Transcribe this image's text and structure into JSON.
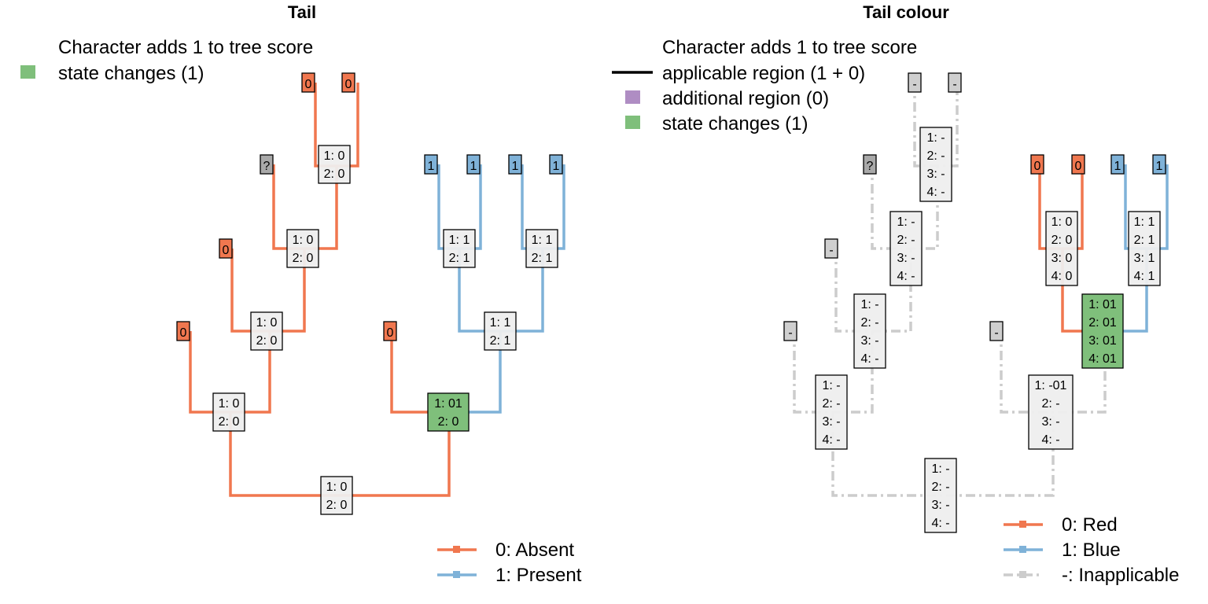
{
  "colors": {
    "absent": "#f0774f",
    "present": "#7fb2d8",
    "inapplicable": "#cccccc",
    "tip_absent": "#f0774f",
    "tip_present": "#7fb2d8",
    "tip_unknown": "#a9a9a9",
    "tip_inapplicable": "#cfcfcf",
    "node_fill": "#eeeeee",
    "state_change": "#7fbf7b",
    "additional_region": "#af8dc3",
    "applicable_line": "#000000"
  },
  "panels": [
    {
      "title": "Tail",
      "score_header": "Character adds 1 to tree score",
      "score_items": [
        {
          "label": "state changes (1)",
          "icon": "square",
          "color": "#7fbf7b"
        }
      ],
      "tips": [
        {
          "label": "0",
          "state": "absent"
        },
        {
          "label": "0",
          "state": "absent"
        },
        {
          "label": "?",
          "state": "unknown"
        },
        {
          "label": "0",
          "state": "absent"
        },
        {
          "label": "0",
          "state": "absent"
        },
        {
          "label": "0",
          "state": "absent"
        },
        {
          "label": "1",
          "state": "present"
        },
        {
          "label": "1",
          "state": "present"
        },
        {
          "label": "1",
          "state": "present"
        },
        {
          "label": "1",
          "state": "present"
        }
      ],
      "nodes": [
        {
          "lines": [
            "1: 0",
            "2: 0"
          ],
          "highlight": false
        },
        {
          "lines": [
            "1: 0",
            "2: 0"
          ],
          "highlight": false
        },
        {
          "lines": [
            "1: 0",
            "2: 0"
          ],
          "highlight": false
        },
        {
          "lines": [
            "1: 0",
            "2: 0"
          ],
          "highlight": false
        },
        {
          "lines": [
            "1: 1",
            "2: 1"
          ],
          "highlight": false
        },
        {
          "lines": [
            "1: 1",
            "2: 1"
          ],
          "highlight": false
        },
        {
          "lines": [
            "1: 1",
            "2: 1"
          ],
          "highlight": false
        },
        {
          "lines": [
            "1: 01",
            "2: 0"
          ],
          "highlight": true
        },
        {
          "lines": [
            "1: 0",
            "2: 0"
          ],
          "highlight": false
        }
      ],
      "legend": [
        {
          "label": "0: Absent",
          "state": "absent"
        },
        {
          "label": "1: Present",
          "state": "present"
        }
      ]
    },
    {
      "title": "Tail colour",
      "score_header": "Character adds 1 to tree score",
      "score_items": [
        {
          "label": "applicable region (1 + 0)",
          "icon": "line",
          "color": "#000000"
        },
        {
          "label": "additional region (0)",
          "icon": "square",
          "color": "#af8dc3"
        },
        {
          "label": "state changes (1)",
          "icon": "square",
          "color": "#7fbf7b"
        }
      ],
      "tips": [
        {
          "label": "-",
          "state": "inapplicable"
        },
        {
          "label": "-",
          "state": "inapplicable"
        },
        {
          "label": "?",
          "state": "unknown"
        },
        {
          "label": "-",
          "state": "inapplicable"
        },
        {
          "label": "-",
          "state": "inapplicable"
        },
        {
          "label": "-",
          "state": "inapplicable"
        },
        {
          "label": "0",
          "state": "absent"
        },
        {
          "label": "0",
          "state": "absent"
        },
        {
          "label": "1",
          "state": "present"
        },
        {
          "label": "1",
          "state": "present"
        }
      ],
      "nodes": [
        {
          "lines": [
            "1: -",
            "2: -",
            "3: -",
            "4: -"
          ],
          "highlight": false
        },
        {
          "lines": [
            "1: -",
            "2: -",
            "3: -",
            "4: -"
          ],
          "highlight": false
        },
        {
          "lines": [
            "1: -",
            "2: -",
            "3: -",
            "4: -"
          ],
          "highlight": false
        },
        {
          "lines": [
            "1: -",
            "2: -",
            "3: -",
            "4: -"
          ],
          "highlight": false
        },
        {
          "lines": [
            "1: 0",
            "2: 0",
            "3: 0",
            "4: 0"
          ],
          "highlight": false
        },
        {
          "lines": [
            "1: 1",
            "2: 1",
            "3: 1",
            "4: 1"
          ],
          "highlight": false
        },
        {
          "lines": [
            "1: 01",
            "2: 01",
            "3: 01",
            "4: 01"
          ],
          "highlight": true
        },
        {
          "lines": [
            "1: -01",
            "2: -",
            "3: -",
            "4: -"
          ],
          "highlight": false
        },
        {
          "lines": [
            "1: -",
            "2: -",
            "3: -",
            "4: -"
          ],
          "highlight": false
        }
      ],
      "legend": [
        {
          "label": "0: Red",
          "state": "absent"
        },
        {
          "label": "1: Blue",
          "state": "present"
        },
        {
          "label": "-: Inapplicable",
          "state": "inapplicable"
        }
      ]
    }
  ]
}
